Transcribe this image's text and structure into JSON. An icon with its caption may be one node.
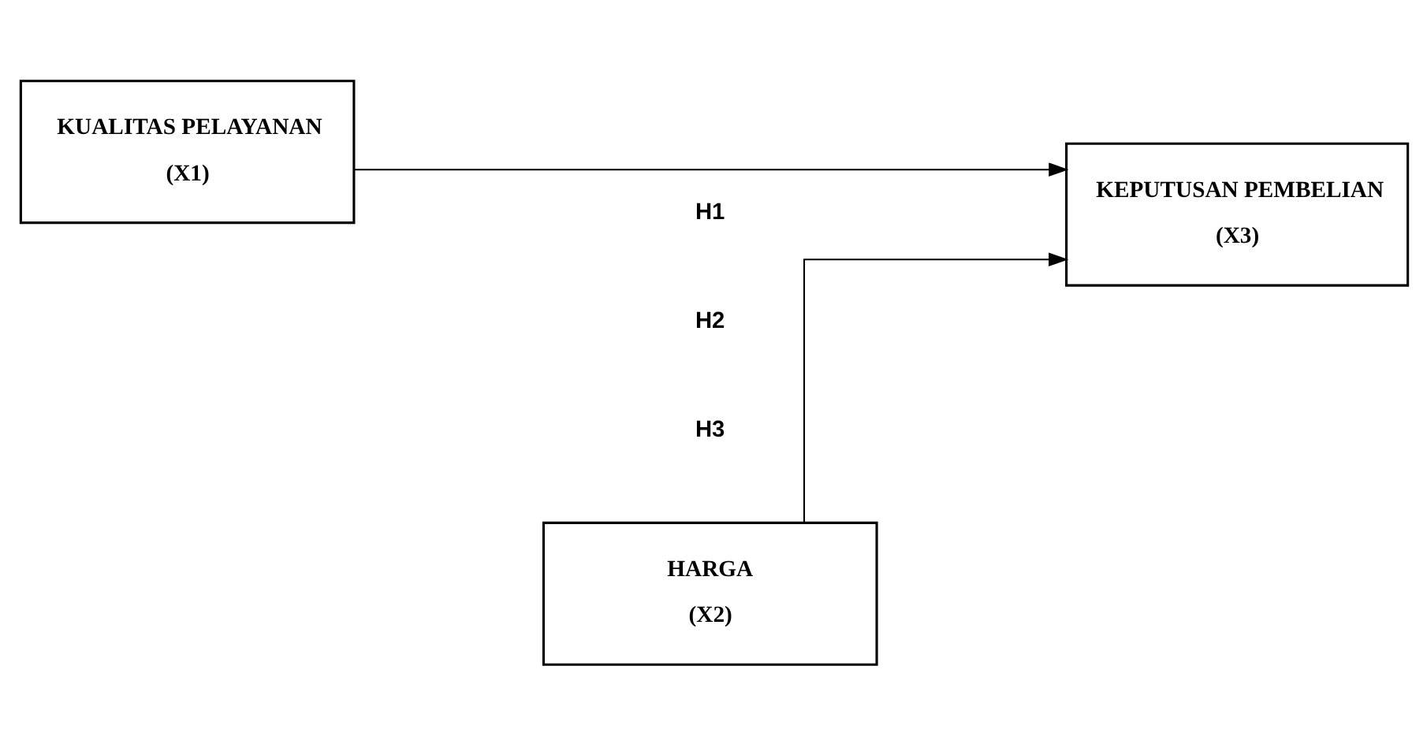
{
  "diagram": {
    "nodes": [
      {
        "text": [
          "KUALITAS PELAYANAN",
          "(X1)"
        ]
      },
      {
        "text": [
          "HARGA",
          "(X2)"
        ]
      },
      {
        "text": [
          "KEPUTUSAN PEMBELIAN",
          "(X3)"
        ]
      }
    ],
    "edges": [
      {
        "from": 0,
        "to": 2,
        "arrow": "to"
      },
      {
        "from": 1,
        "to": 2,
        "arrow": "to"
      }
    ],
    "labels": [
      "H1",
      "H2",
      "H3"
    ]
  }
}
